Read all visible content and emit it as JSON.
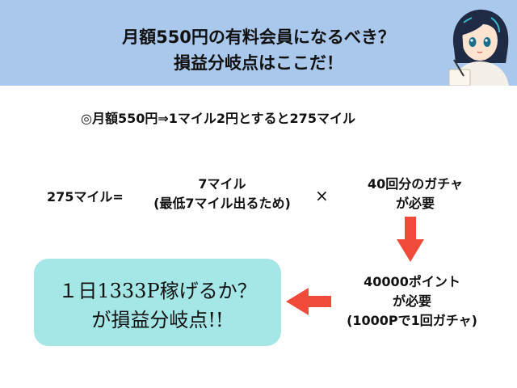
{
  "header": {
    "title_line1": "月額550円の有料会員になるべき？",
    "title_line2": "損益分岐点はここだ！",
    "bg_color": "#a9c8ec"
  },
  "premise": "◎月額550円⇒1マイル2円とすると275マイル",
  "equation": {
    "lhs": "275マイル=",
    "mid_line1": "7マイル",
    "mid_line2": "(最低7マイル出るため)",
    "operator": "×",
    "rhs_line1": "40回分のガチャ",
    "rhs_line2": "が必要"
  },
  "points": {
    "line1": "40000ポイント",
    "line2": "が必要",
    "line3": "(1000Pで1回ガチャ)"
  },
  "result": {
    "line1": "１日1333P稼げるか？",
    "line2": "が損益分岐点!!",
    "bg_color": "#a5e6e6"
  },
  "arrow_color": "#f04a3a"
}
